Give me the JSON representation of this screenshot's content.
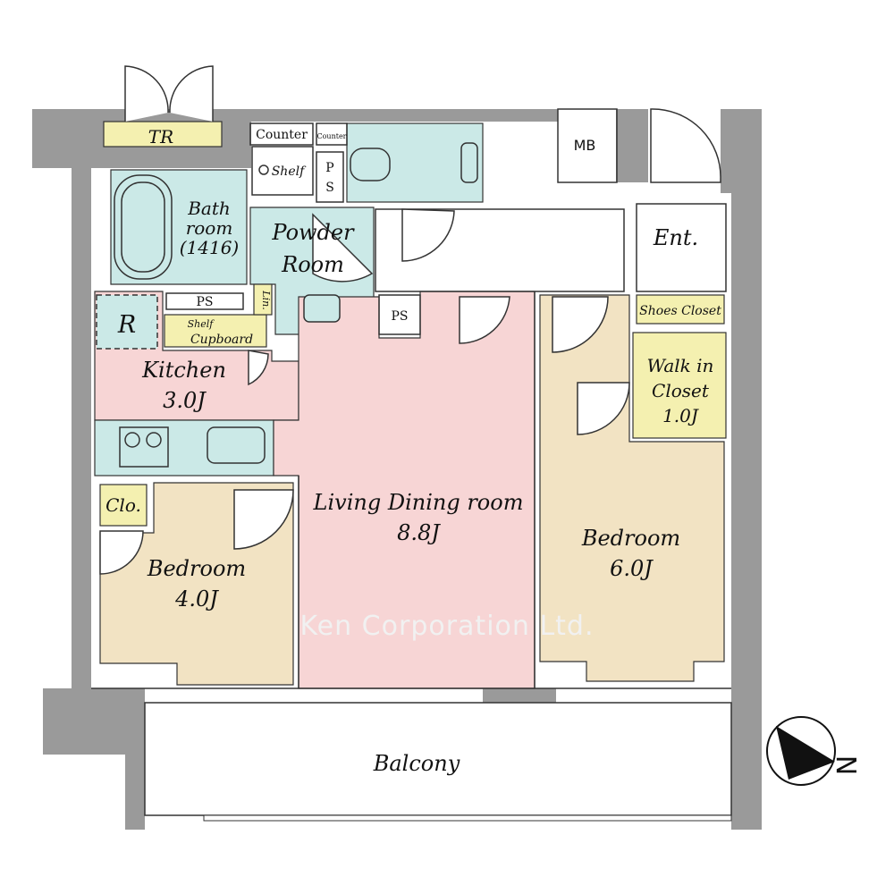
{
  "plan": {
    "colors": {
      "wall": "#9a9a9a",
      "wet": "#cbe9e7",
      "storage": "#f4f0b0",
      "living": "#f7d5d5",
      "bedroom": "#f2e3c3",
      "balcony": "#ffffff",
      "line": "#333333"
    },
    "rooms": {
      "tr": "TR",
      "mb": "MB",
      "counter_left": "Counter",
      "counter_right": "Counter",
      "shelf_bath": "Shelf",
      "ps_vertical_p": "P",
      "ps_vertical_s": "S",
      "bath_line1": "Bath",
      "bath_line2": "room",
      "bath_line3": "(1416)",
      "powder_line1": "Powder",
      "powder_line2": "Room",
      "ps_top": "PS",
      "ps_mid": "PS",
      "lin": "Lin.",
      "fridge": "R",
      "cupboard_small": "Shelf",
      "cupboard": "Cupboard",
      "entrance": "Ent.",
      "shoes_closet": "Shoes Closet",
      "wic_line1": "Walk in",
      "wic_line2": "Closet",
      "wic_line3": "1.0J",
      "kitchen_name": "Kitchen",
      "kitchen_size": "3.0J",
      "living_name": "Living Dining room",
      "living_size": "8.8J",
      "bedroom1_name": "Bedroom",
      "bedroom1_size": "4.0J",
      "closet_small": "Clo.",
      "bedroom2_name": "Bedroom",
      "bedroom2_size": "6.0J",
      "balcony": "Balcony"
    },
    "watermark": "Ken Corporation Ltd.",
    "compass_label": "N",
    "compass_icon": "north-arrow-icon"
  }
}
